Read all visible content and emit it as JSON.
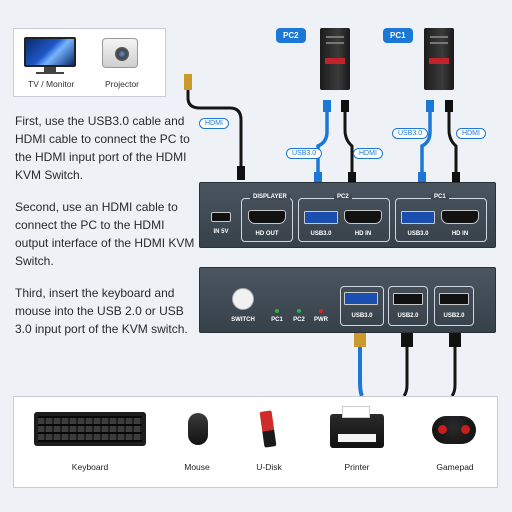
{
  "displays": {
    "tv_label": "TV / Monitor",
    "projector_label": "Projector"
  },
  "instructions": {
    "step1": "First, use the USB3.0 cable and HDMI cable to connect the PC to the HDMI input port of the HDMI KVM Switch.",
    "step2": "Second, use an HDMI cable to connect the PC to the HDMI output interface of the HDMI KVM Switch.",
    "step3": "Third, insert the keyboard and mouse into the USB 2.0 or USB 3.0 input port of the KVM switch."
  },
  "pcs": {
    "pc2_tag": "PC2",
    "pc1_tag": "PC1",
    "pc2_usb": "USB3.0",
    "pc2_hdmi": "HDMI",
    "pc1_usb": "USB3.0",
    "pc1_hdmi": "HDMI",
    "display_hdmi": "HDMI"
  },
  "kvm_back": {
    "power_label": "IN 5V",
    "displayer_title": "DISPLAYER",
    "hd_out": "HD OUT",
    "pc2_title": "PC2",
    "pc2_usb": "USB3.0",
    "pc2_hdin": "HD IN",
    "pc1_title": "PC1",
    "pc1_usb": "USB3.0",
    "pc1_hdin": "HD IN"
  },
  "kvm_front": {
    "switch_label": "SWITCH",
    "led_pc1": "PC1",
    "led_pc2": "PC2",
    "led_pwr": "PWR",
    "usb3_label": "USB3.0",
    "usb2a_label": "USB2.0",
    "usb2b_label": "USB2.0"
  },
  "peripherals": {
    "keyboard": "Keyboard",
    "mouse": "Mouse",
    "udisk": "U-Disk",
    "printer": "Printer",
    "gamepad": "Gamepad"
  },
  "colors": {
    "accent_blue": "#1c78d6",
    "cable_green": "#2eb34a",
    "led_red": "#e02020"
  }
}
